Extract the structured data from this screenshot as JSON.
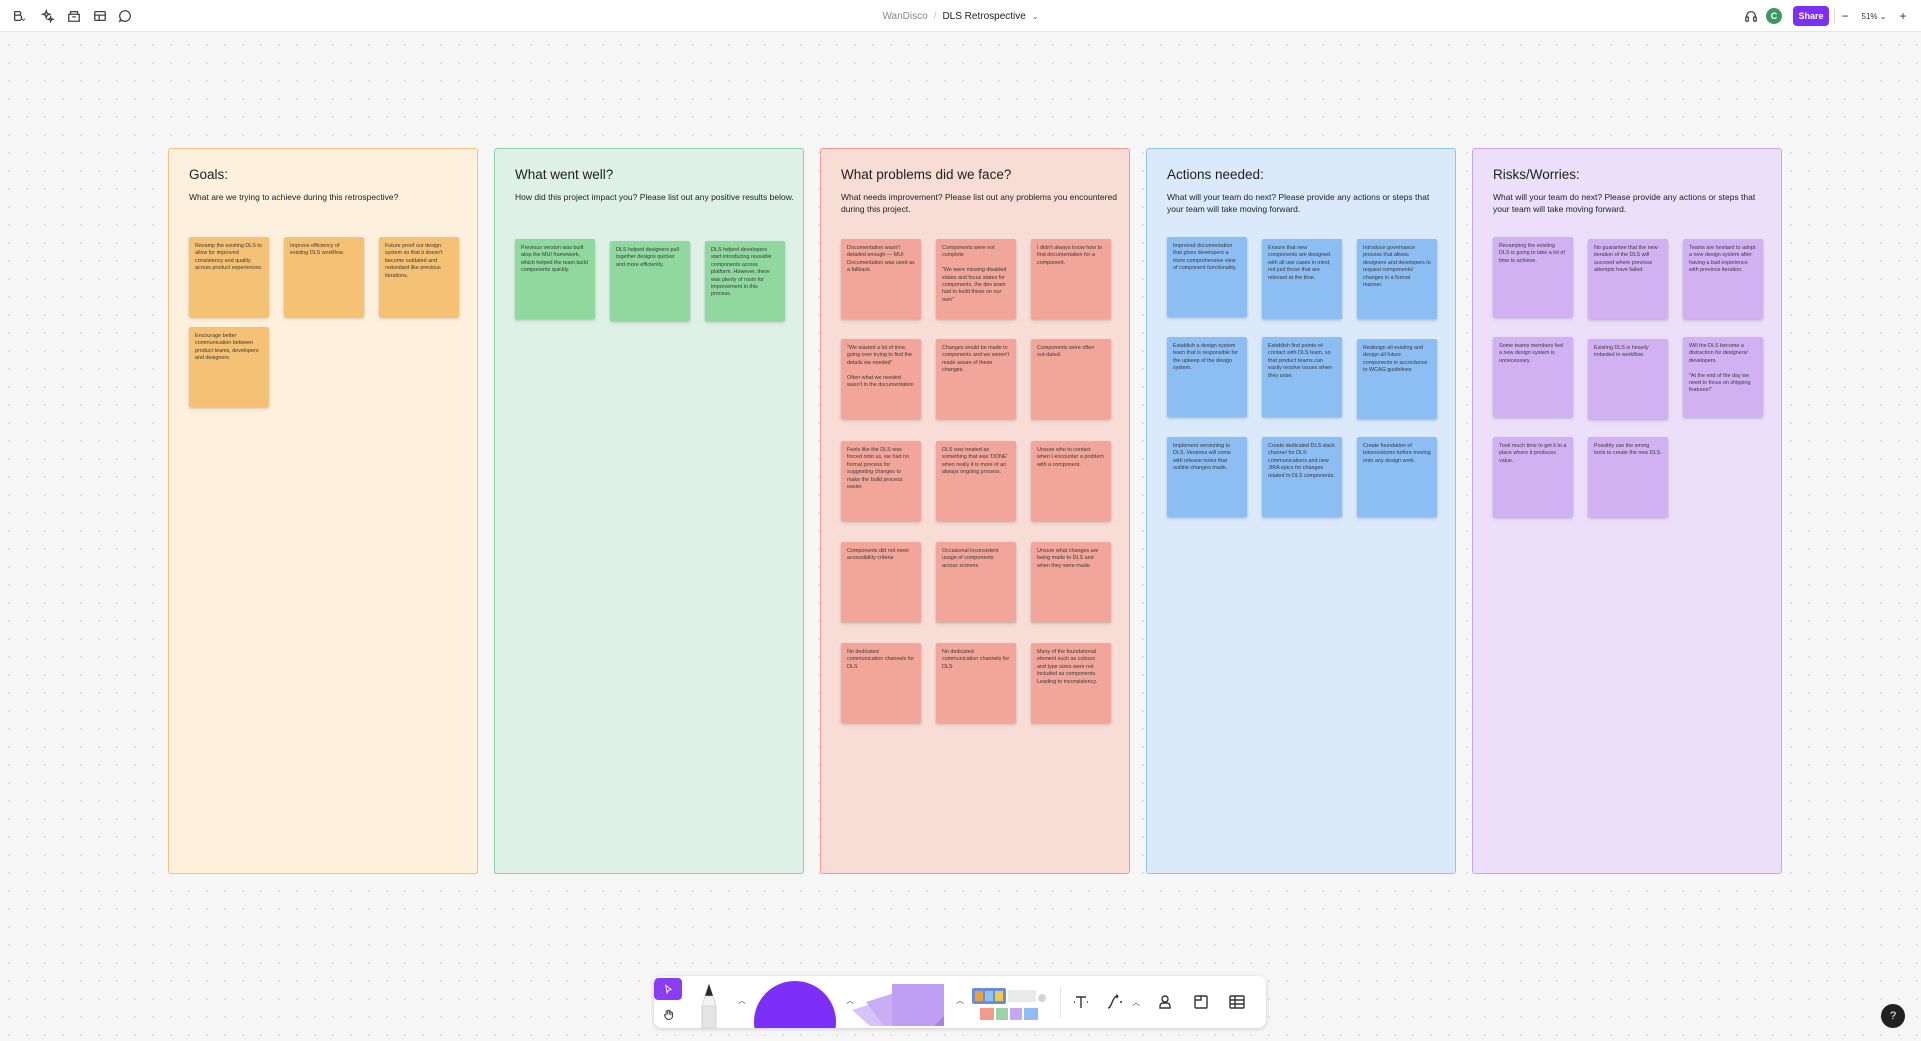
{
  "header": {
    "team": "WanDisco",
    "separator": "/",
    "file_name": "DLS Retrospective",
    "avatar_initial": "C",
    "share_label": "Share",
    "zoom_minus": "−",
    "zoom_level": "51% ⌄",
    "zoom_plus": "+",
    "left_icons": [
      "main-menu-icon",
      "ai-sparkle-icon",
      "assets-icon",
      "layout-icon",
      "comment-icon"
    ],
    "right_icons": [
      "headphones-icon"
    ]
  },
  "colors": {
    "brand": "#7b2ff7",
    "goals_bg": "#fdf0dc",
    "goals_border": "#f3c27e",
    "goals_sticky": "#f5c174",
    "well_bg": "#dff1e6",
    "well_border": "#8fd0a4",
    "well_sticky": "#8fd89e",
    "problems_bg": "#f8dcd6",
    "problems_border": "#ee9d90",
    "problems_sticky": "#f2a69a",
    "actions_bg": "#dbeafb",
    "actions_border": "#93c1f1",
    "actions_sticky": "#8cbdf3",
    "risks_bg": "#ebdffa",
    "risks_border": "#c7a6f5",
    "risks_sticky": "#d2b1f3"
  },
  "sections": [
    {
      "title": "Goals:",
      "description": "What are we trying to achieve during this retrospective?",
      "stickies": [
        "Revamp the existing DLS to allow for improved consistency and quality across product experiences.",
        "Improve efficiency of existing DLS workflow.",
        "Future proof our design system so that it doesn't become outdated and redundant like previous iterations.",
        "Encourage better communication between product teams, developers and designers."
      ]
    },
    {
      "title": "What went well?",
      "description": "How did this project impact you? Please list out any positive results below.",
      "stickies": [
        "Previous version was built atop the MUI framework, which helped the team build components quickly.",
        "DLS helped designers pull together designs quicker and more efficiently.",
        "DLS helped developers start introducing reusable components across platform. However, there was plenty of room for improvement in this process."
      ]
    },
    {
      "title": "What problems did we face?",
      "description": "What needs improvement? Please list out any problems you encountered during this project.",
      "stickies": [
        "Documentation wasn't detailed enough — MUI Documentation was used as a fallback.",
        "Components were not complete\n\n\"We were missing disabled states and focus states for components, the dev team had to build these on our own\"",
        "I didn't always know how to find documentation for a component.",
        "\"We wasted a lot of time, going over trying to find the details we needed\"\n\nOften what we needed wasn't in the documentation",
        "Changes would be made to components and we weren't made aware of these changes.",
        "Components were often out-dated.",
        "Feels like the DLS was forced onto us, we had no formal process for suggesting changes to make the build process easier.",
        "DLS was treated as something that was 'DONE' when really it is more of an always ongoing process.",
        "Unsure who to contact when I encounter a problem with a component.",
        "Components did not meet accessibility criteria",
        "Occasional inconsistent usage of components across screens",
        "Unsure what changes are being made to DLS and when they were made.",
        "No dedicated communication channels for DLS",
        "No dedicated communication channels for DLS",
        "Many of the foundational element such as colours and type sizes were not included as components. Leading to inconsistency."
      ]
    },
    {
      "title": "Actions needed:",
      "description": "What will your team do next? Please provide any actions or steps that your team will take moving forward.",
      "stickies": [
        "Improved documentation that gives developers a more comprehensive view of component functionality.",
        "Ensure that new components are designed with all use cases in mind, not just those that are relevant at the time.",
        "Introduce governance process that allows designers and developers to request components/ changes in a formal manner.",
        "Establish a design system team that is responsible for the upkeep of the design system.",
        "Establish first points-of-contact with DLS team, so that product teams can easily resolve issues when they arise.",
        "Redesign all existing and design all future components in accordance to WCAG guidelines",
        "Implement versioning to DLS. Versions will come with release notes that outline changes made.",
        "Create dedicated DLS slack channel for DLS communications and new JIRA epics for changes related to DLS components.",
        "Create foundation of tokens/atoms before moving onto any design work."
      ]
    },
    {
      "title": "Risks/Worries:",
      "description": "What will your team do next? Please provide any actions or steps that your team will take moving forward.",
      "stickies": [
        "Revamping the existing DLS is going to take a lot of time to achieve.",
        "No guarantee that the new iteration of the DLS will succeed where previous attempts have failed.",
        "Teams are hesitant to adopt a new design system after having a bad experience with previous iteration.",
        "Some teams members feel a new design system is unnecessary.",
        "Existing DLS is heavily imbeded in workflow.",
        "Will the DLS become a distraction for designers/ developers.\n\n\"At the end of the day we need to focus on shipping features!\"",
        "Took much time to get it to a place where it produces value.",
        "Possibly use the wrong tools to create the new DLS."
      ]
    }
  ],
  "toolbar": {
    "tools": [
      "move-tool",
      "hand-tool",
      "pen-tool",
      "shape-tool",
      "sticky-tool",
      "stamp-tool",
      "text-tool",
      "connector-tool",
      "person-tool",
      "section-tool",
      "table-tool"
    ]
  },
  "help_label": "?"
}
